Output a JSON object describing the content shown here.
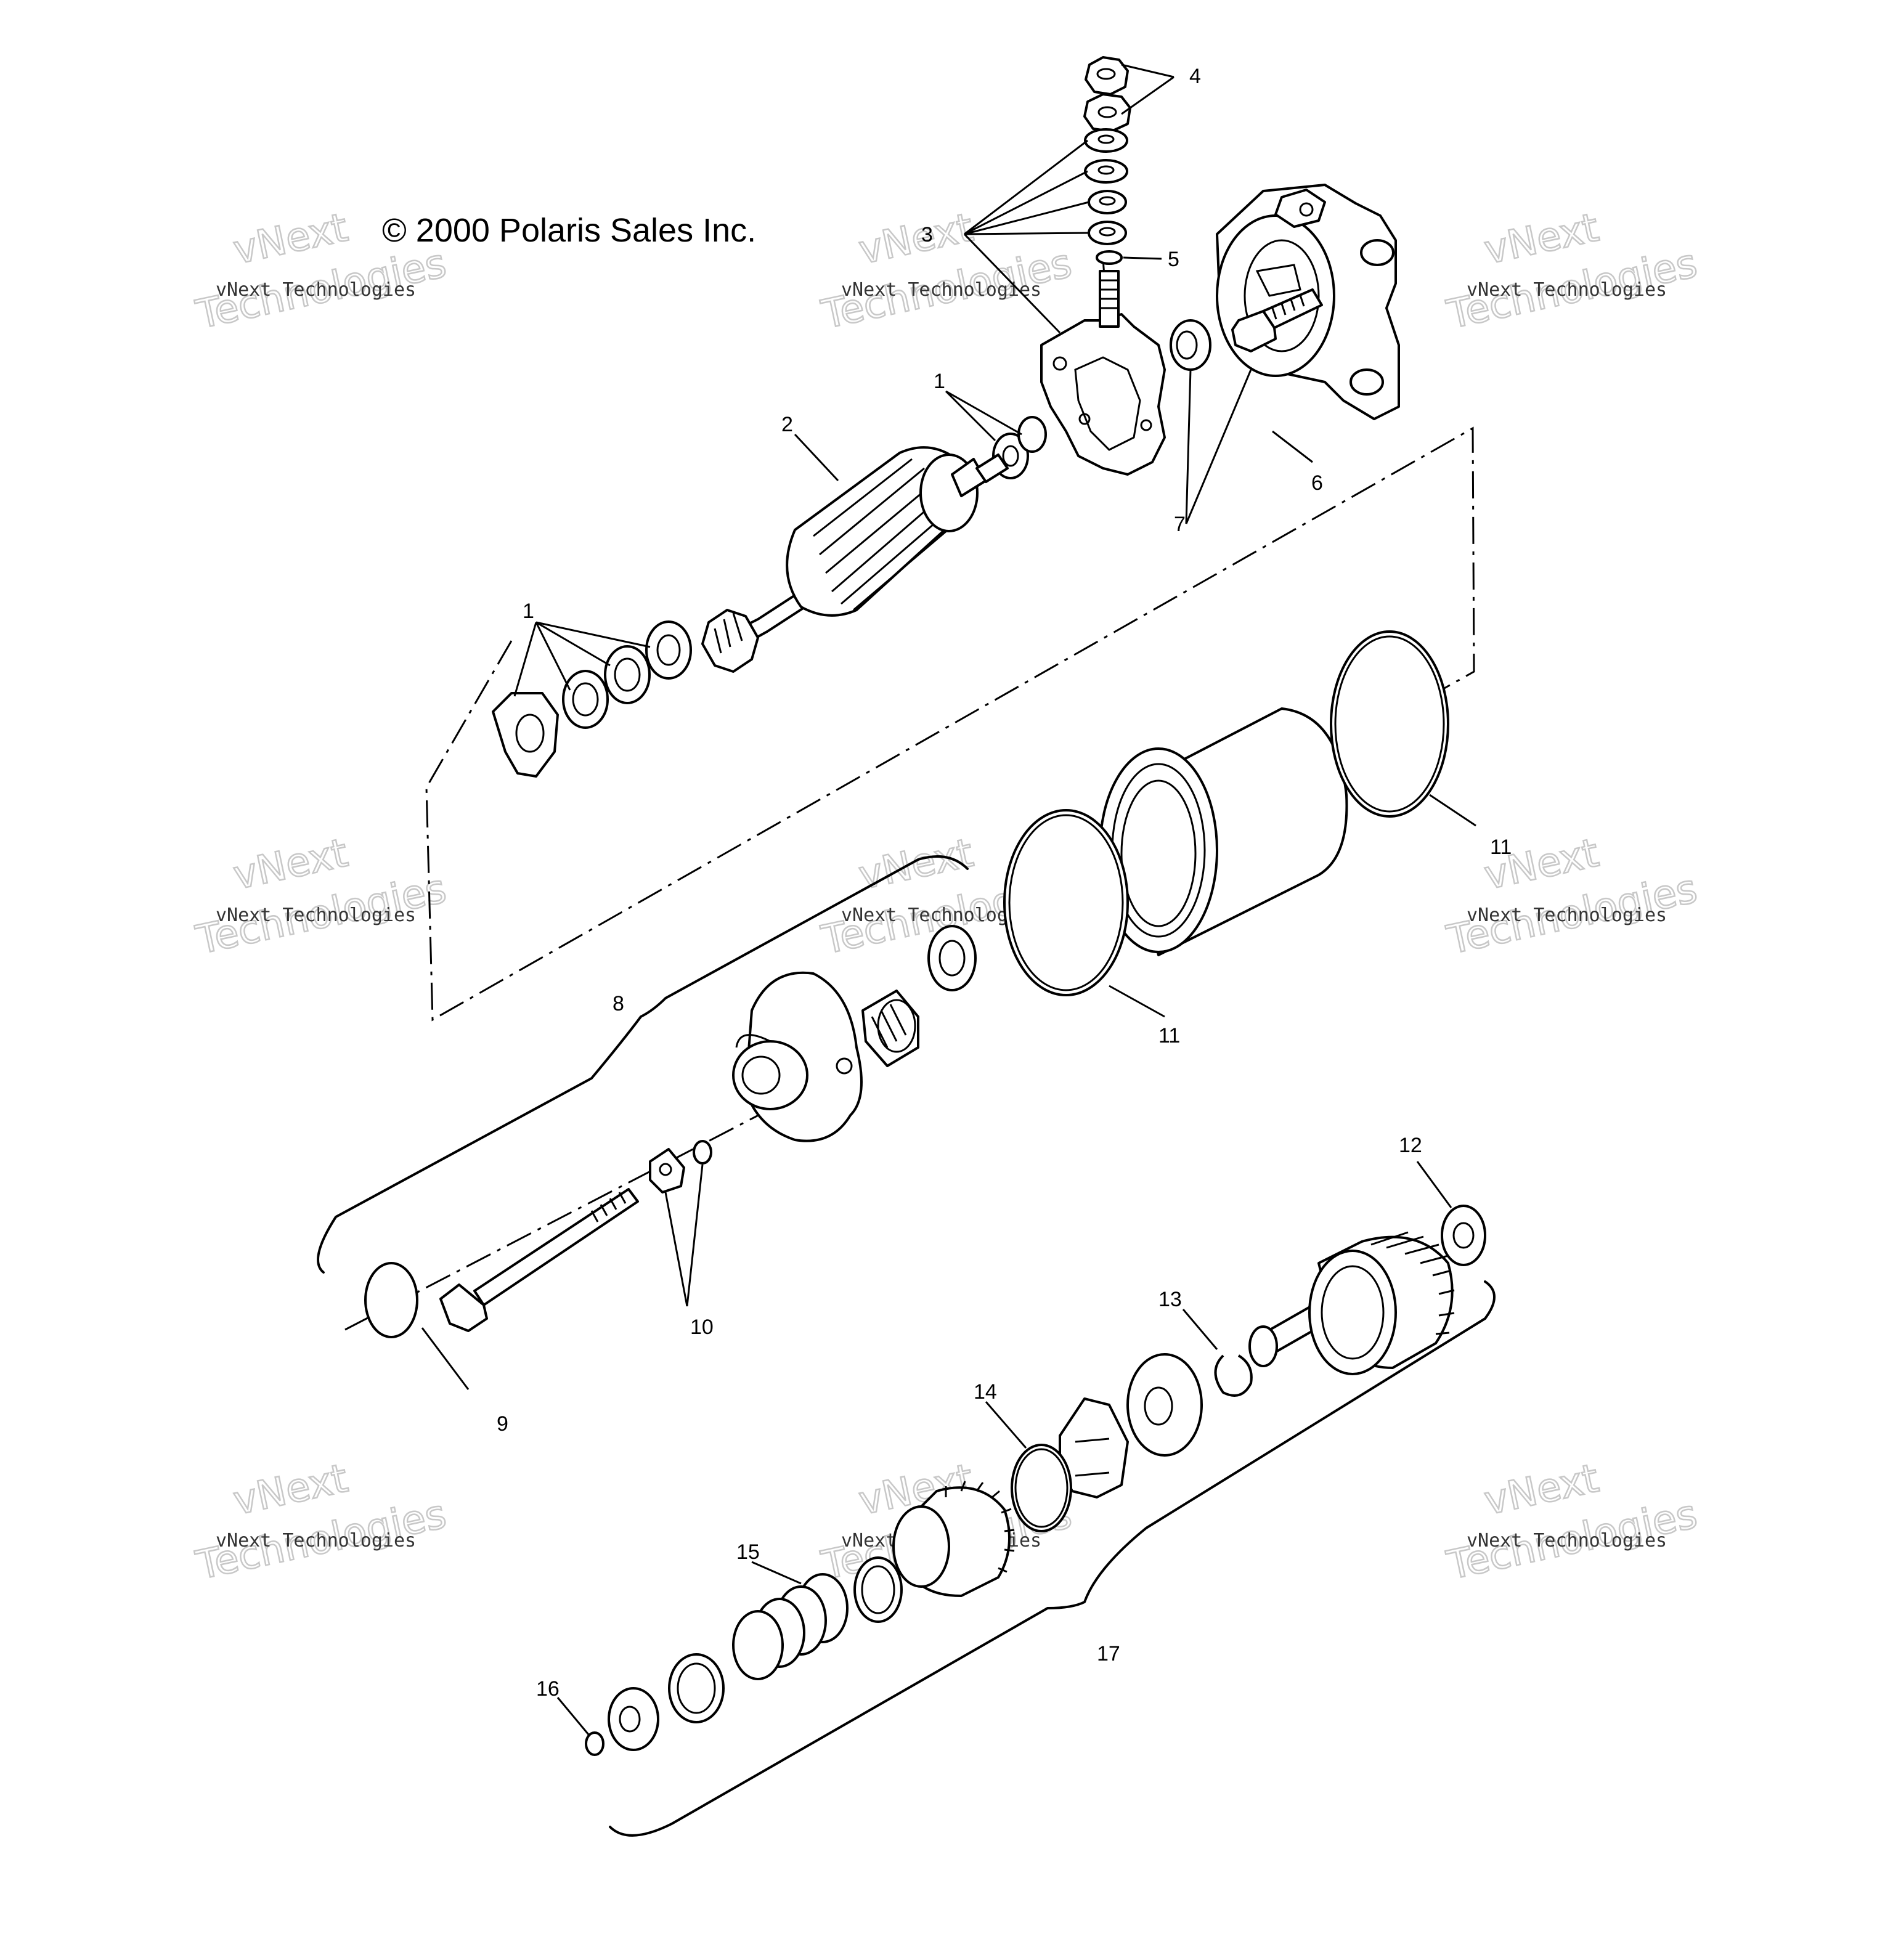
{
  "copyright": "© 2000 Polaris Sales Inc.",
  "watermark": {
    "brand": "vNext",
    "small_text": "vNext Technologies",
    "large_text": "Technologies"
  },
  "callouts": {
    "c1": "1",
    "c2": "2",
    "c3": "3",
    "c4": "4",
    "c5": "5",
    "c6": "6",
    "c7": "7",
    "c8": "8",
    "c9": "9",
    "c10": "10",
    "c11": "11",
    "c12": "12",
    "c13": "13",
    "c14": "14",
    "c15": "15",
    "c16": "16",
    "c17": "17"
  }
}
